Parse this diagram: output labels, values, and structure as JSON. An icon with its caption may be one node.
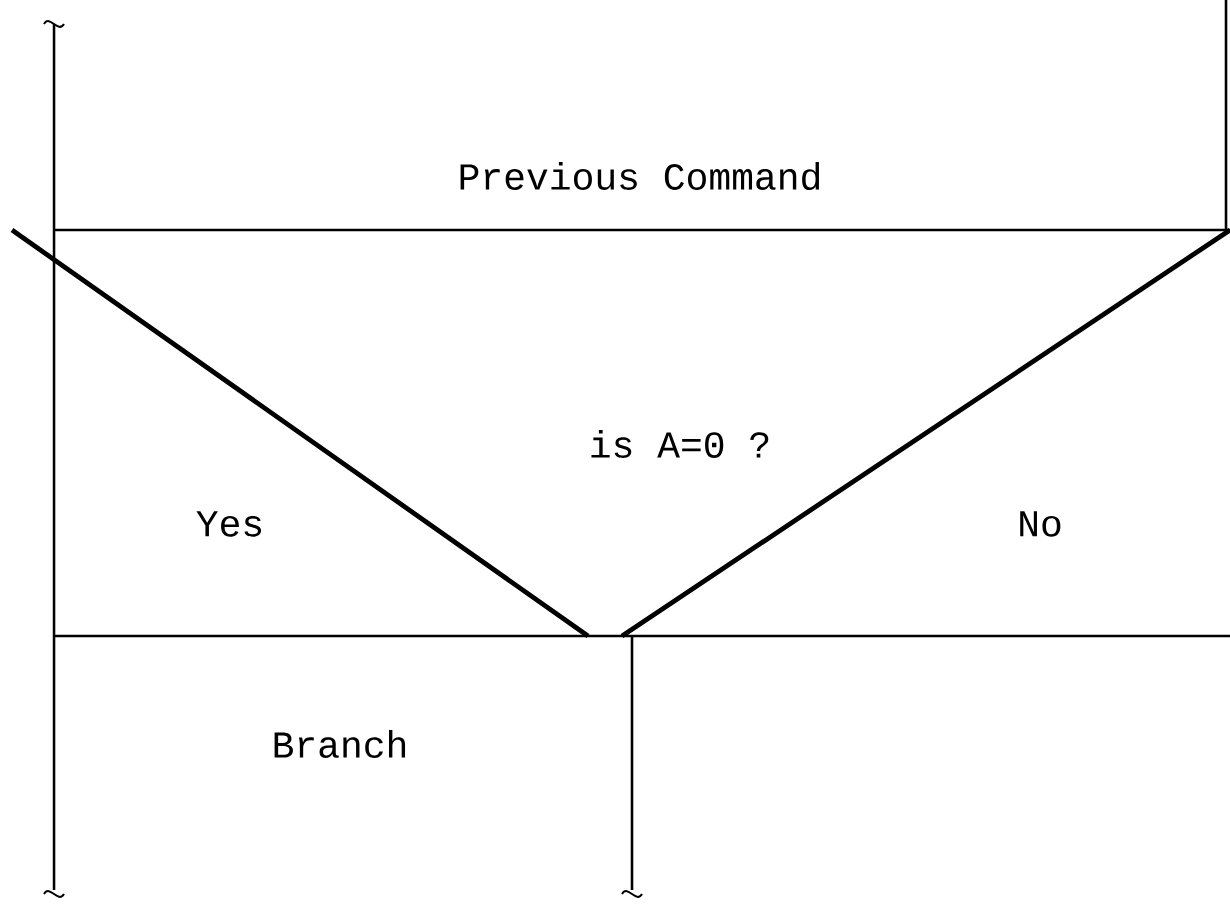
{
  "diagram": {
    "nodes": [
      {
        "text": [
          "Previous Command"
        ]
      },
      {
        "text": [
          "is A=0 ?",
          "Yes",
          "No"
        ]
      },
      {
        "text": [
          "Branch"
        ]
      }
    ]
  }
}
